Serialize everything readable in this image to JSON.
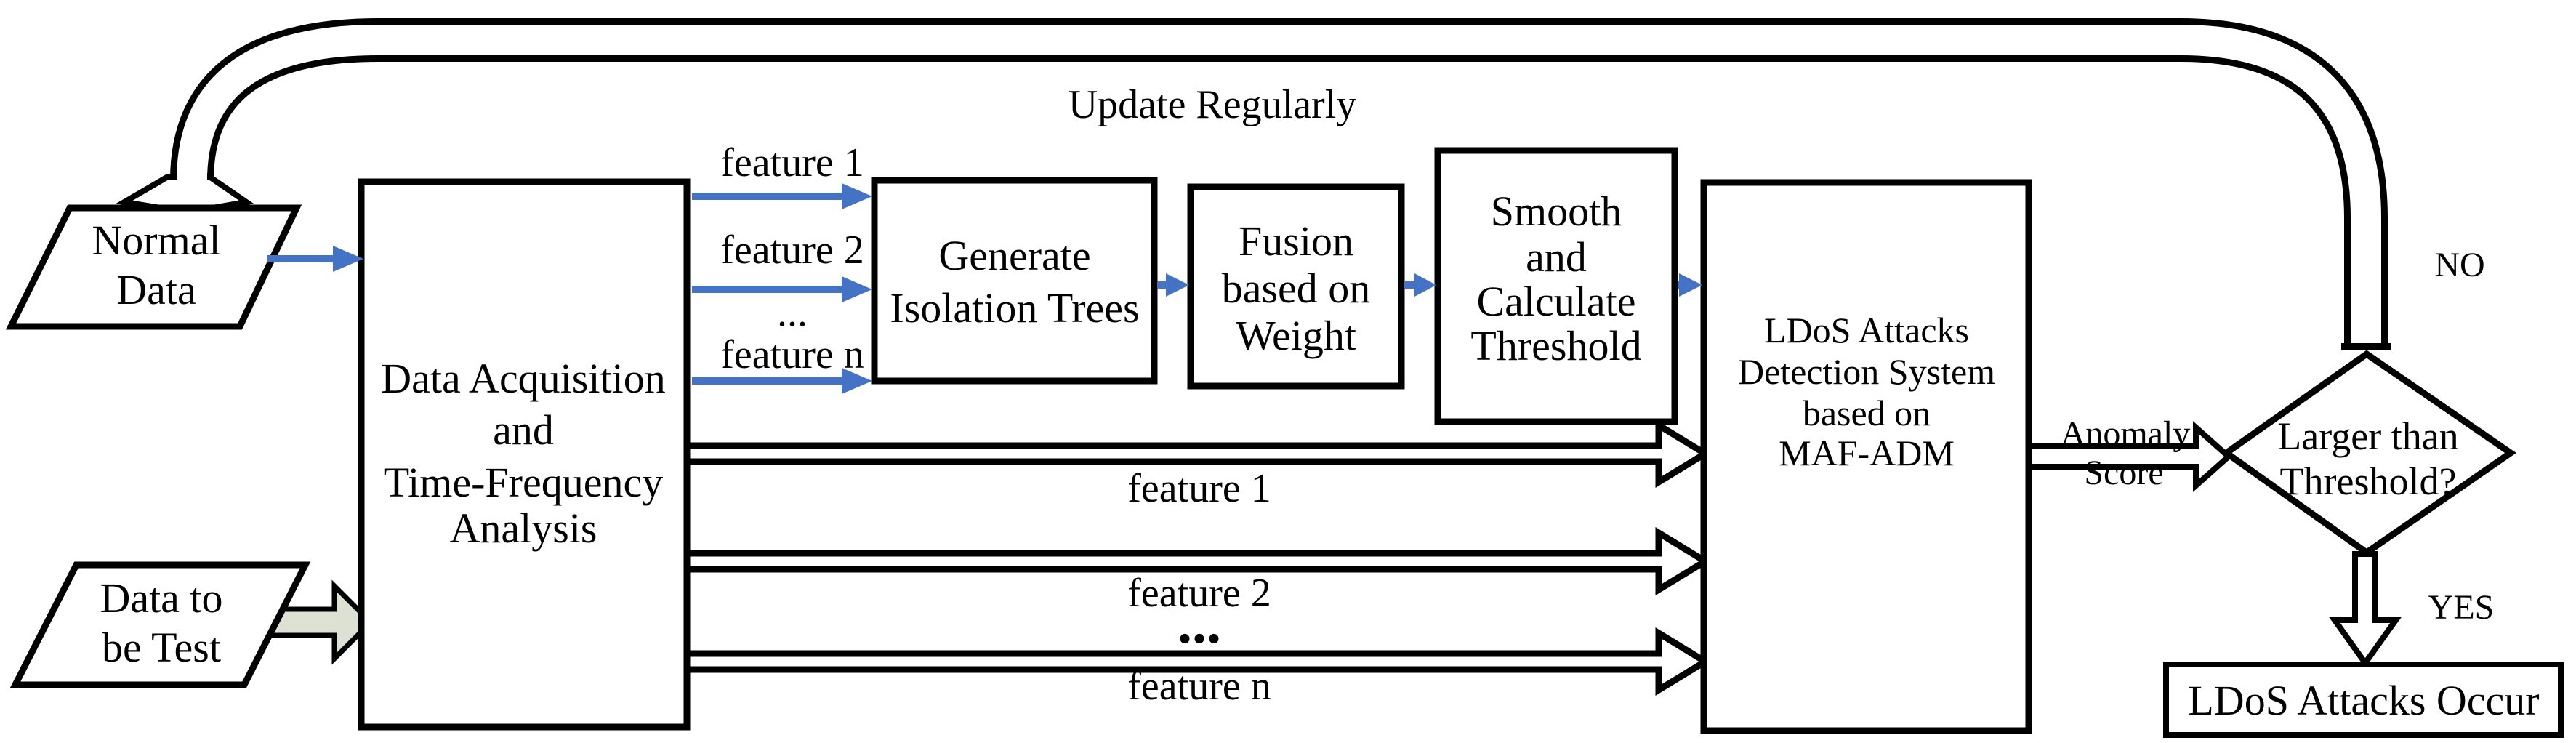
{
  "colors": {
    "arrow_blue": "#4472C4",
    "block_arrow_fill": "#dce1d3",
    "stroke": "#000000",
    "background": "#ffffff"
  },
  "nodes": {
    "normal_data": {
      "lines": [
        "Normal",
        "Data"
      ]
    },
    "data_to_test": {
      "lines": [
        "Data to",
        "be Test"
      ]
    },
    "data_acquisition": {
      "lines": [
        "Data Acquisition",
        "and",
        "Time-Frequency",
        "Analysis"
      ]
    },
    "generate_isolation_trees": {
      "lines": [
        "Generate",
        "Isolation Trees"
      ]
    },
    "fusion": {
      "lines": [
        "Fusion",
        "based on",
        "Weight"
      ]
    },
    "smooth": {
      "lines": [
        "Smooth",
        "and",
        "Calculate",
        "Threshold"
      ]
    },
    "ldos_detection": {
      "lines": [
        "LDoS Attacks",
        "Detection System",
        "based on",
        "MAF-ADM"
      ]
    },
    "decision": {
      "lines": [
        "Larger than",
        "Threshold?"
      ]
    },
    "ldos_occur": {
      "label": "LDoS Attacks Occur"
    }
  },
  "labels": {
    "update_regularly": "Update Regularly",
    "no": "NO",
    "yes": "YES",
    "anomaly_score": {
      "line1": "Anomaly",
      "line2": "Score"
    },
    "features_input": [
      "feature 1",
      "feature 2",
      "...",
      "feature n"
    ],
    "features_direct": [
      "feature 1",
      "feature 2",
      "...",
      "feature n"
    ]
  }
}
